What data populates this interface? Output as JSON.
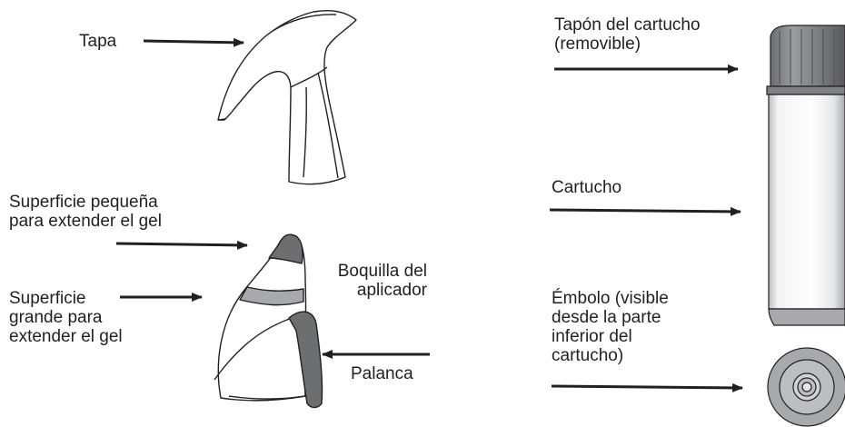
{
  "labels": {
    "tapa": "Tapa",
    "superficie_pequena": [
      "Superficie pequeña",
      "para extender el gel"
    ],
    "superficie_grande": [
      "Superficie",
      "grande para",
      "extender el gel"
    ],
    "boquilla": [
      "Boquilla del",
      "aplicador"
    ],
    "palanca": "Palanca",
    "tapon": [
      "Tapón del cartucho",
      "(removible)"
    ],
    "cartucho": "Cartucho",
    "embolo": [
      "Émbolo (visible",
      "desde la parte",
      "inferior del",
      "cartucho)"
    ]
  },
  "colors": {
    "ink": "#231f20",
    "dark_gray": "#6d6e70",
    "mid_gray": "#a7a9ac",
    "light_gray": "#d1d3d4"
  }
}
